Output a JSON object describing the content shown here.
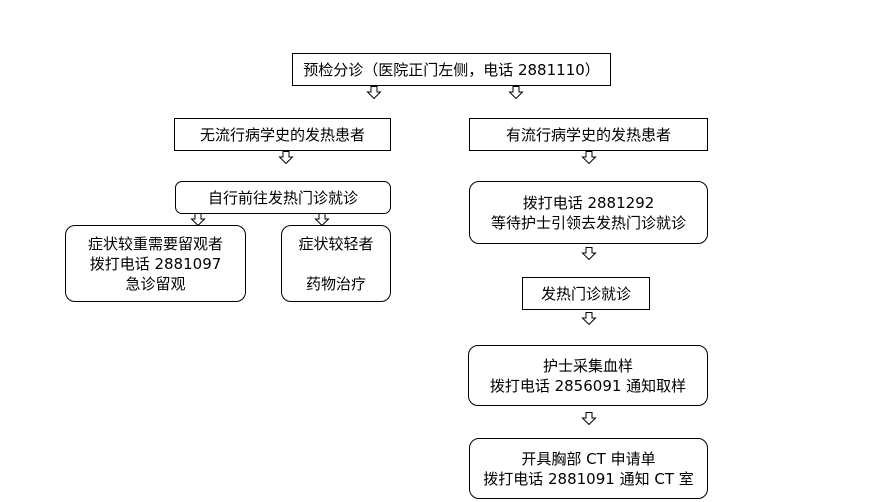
{
  "diagram": {
    "triage": {
      "text": "预检分诊（医院正门左侧，电话 2881110）"
    },
    "left": {
      "no_history": {
        "text": "无流行病学史的发热患者"
      },
      "self_visit": {
        "text": "自行前往发热门诊就诊"
      },
      "severe": {
        "line1": "症状较重需要留观者",
        "line2": "拨打电话 2881097",
        "line3": "急诊留观"
      },
      "mild": {
        "line1": "症状较轻者",
        "line2": "药物治疗"
      }
    },
    "right": {
      "has_history": {
        "text": "有流行病学史的发热患者"
      },
      "call_nurse": {
        "line1": "拨打电话 2881292",
        "line2": "等待护士引领去发热门诊就诊"
      },
      "fever_clinic": {
        "text": "发热门诊就诊"
      },
      "blood_sample": {
        "line1": "护士采集血样",
        "line2": "拨打电话 2856091 通知取样"
      },
      "chest_ct": {
        "line1": "开具胸部 CT 申请单",
        "line2": "拨打电话 2881091 通知 CT 室"
      }
    }
  }
}
